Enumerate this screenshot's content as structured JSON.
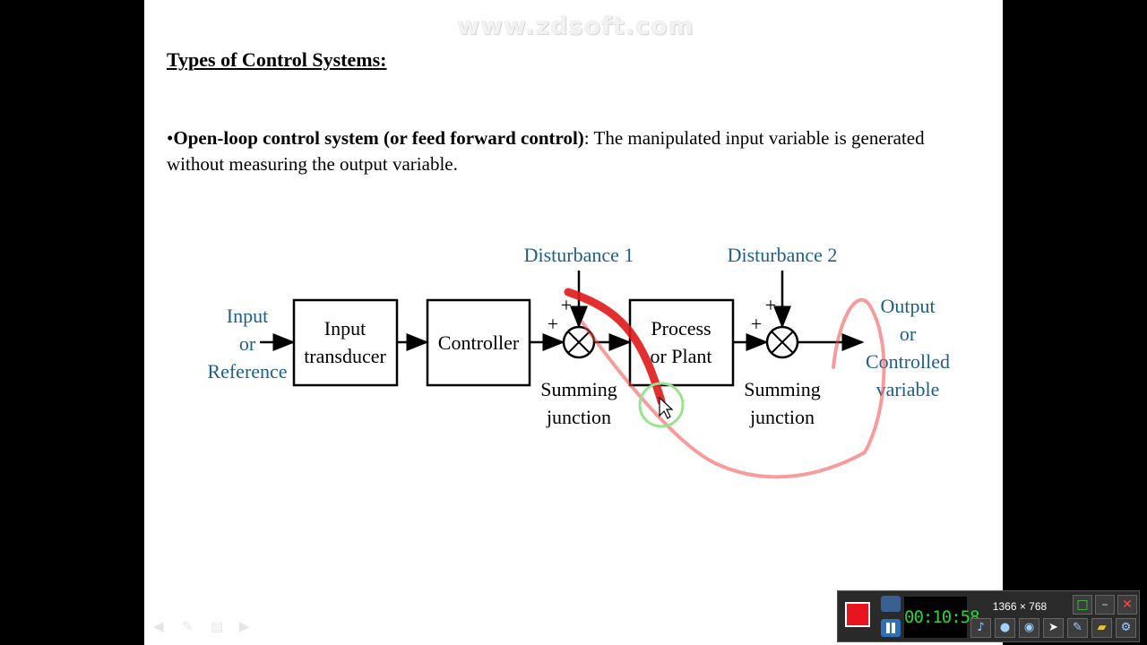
{
  "slide": {
    "watermark": "www.zdsoft.com",
    "title": "Types of Control Systems:",
    "bullet_prefix": "•",
    "bullet_bold": "Open-loop control system (or feed forward control)",
    "bullet_rest": ": The manipulated input variable is generated without measuring the output variable."
  },
  "diagram": {
    "input_l1": "Input",
    "input_l2": "or",
    "input_l3": "Reference",
    "box1_l1": "Input",
    "box1_l2": "transducer",
    "box2": "Controller",
    "box3_l1": "Process",
    "box3_l2": "or Plant",
    "dist1": "Disturbance 1",
    "dist2": "Disturbance 2",
    "sum1_l1": "Summing",
    "sum1_l2": "junction",
    "sum2_l1": "Summing",
    "sum2_l2": "junction",
    "out_l1": "Output",
    "out_l2": "or",
    "out_l3": "Controlled",
    "out_l4": "variable",
    "plus": "+"
  },
  "recorder": {
    "timer": "00:10:58",
    "resolution": "1366 × 768",
    "record_color": "#e8141e",
    "timer_color": "#2fd13a",
    "icons": [
      "speaker-icon",
      "microphone-icon",
      "webcam-icon",
      "cursor-icon",
      "pen-icon",
      "folder-icon",
      "settings-icon"
    ]
  }
}
